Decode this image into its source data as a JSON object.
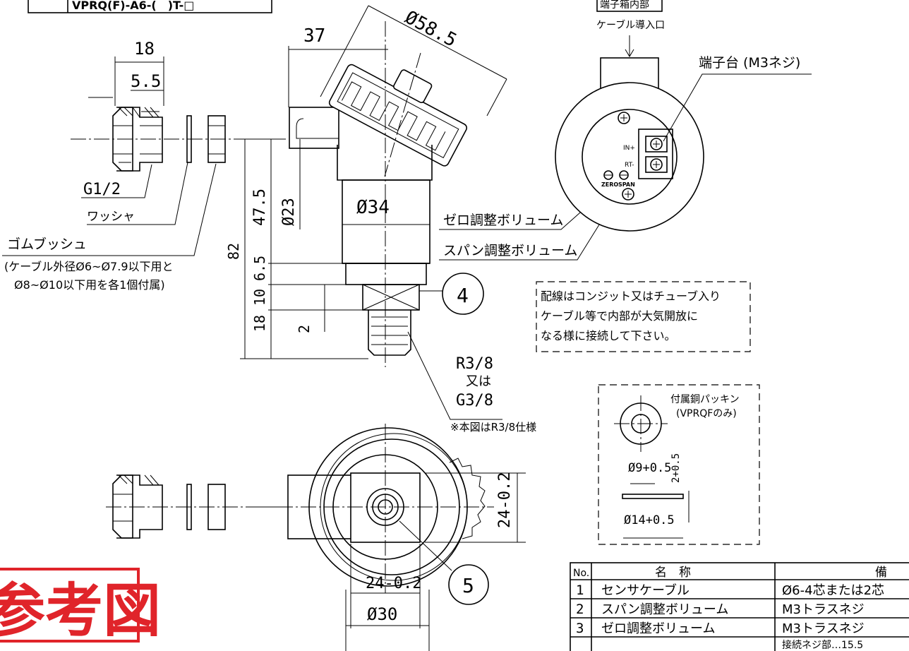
{
  "model_code": "VPRQ(F)-A6-(　)T-□",
  "dims": {
    "d18": "18",
    "d5_5": "5.5",
    "d37": "37",
    "d58_5": "Ø58.5",
    "d47_5": "47.5",
    "d23": "Ø23",
    "d34": "Ø34",
    "d82": "82",
    "d10": "10",
    "d6_5": "6.5",
    "d18b": "18",
    "d2": "2",
    "d24_side": "24-0.2",
    "d24_bottom": "24-0.2",
    "d30": "Ø30",
    "d9": "Ø9+0.5",
    "d2_pack": "2+0.5",
    "d14": "Ø14+0.5"
  },
  "labels": {
    "g1_2": "G1/2",
    "washer": "ワッシャ",
    "bush": "ゴムブッシュ",
    "cable_note_1": "(ケーブル外径Ø6~Ø7.9以下用と",
    "cable_note_2": "Ø8~Ø10以下用を各1個付属)",
    "zero_vol": "ゼロ調整ボリューム",
    "span_vol": "スパン調整ボリューム",
    "terminal_inside": "端子箱内部",
    "cable_entry": "ケーブル導入口",
    "terminal_block": "端子台 (M3ネジ)",
    "in_plus": "IN+",
    "rt_minus": "RT-",
    "zero": "ZERO",
    "span": "SPAN",
    "balloon_4": "4",
    "balloon_5": "5",
    "r3_8": "R3/8",
    "or": "又は",
    "g3_8": "G3/8",
    "r38_note": "※本図はR3/8仕様",
    "wiring_1": "配線はコンジット又はチューブ入り",
    "wiring_2": "ケーブル等で内部が大気開放に",
    "wiring_3": "なる様に接続して下さい。",
    "packing_1": "付属銅パッキン",
    "packing_2": "(VPRQFのみ)",
    "stamp": "参考図"
  },
  "table": {
    "headers": [
      "No.",
      "名　称",
      "備"
    ],
    "rows": [
      {
        "no": "1",
        "name": "センサケーブル",
        "note": "Ø6-4芯または2芯"
      },
      {
        "no": "2",
        "name": "スパン調整ボリューム",
        "note": "M3トラスネジ"
      },
      {
        "no": "3",
        "name": "ゼロ調整ボリューム",
        "note": "M3トラスネジ"
      },
      {
        "no": "",
        "name": "",
        "note": "接続ネジ部…15.5"
      }
    ]
  }
}
